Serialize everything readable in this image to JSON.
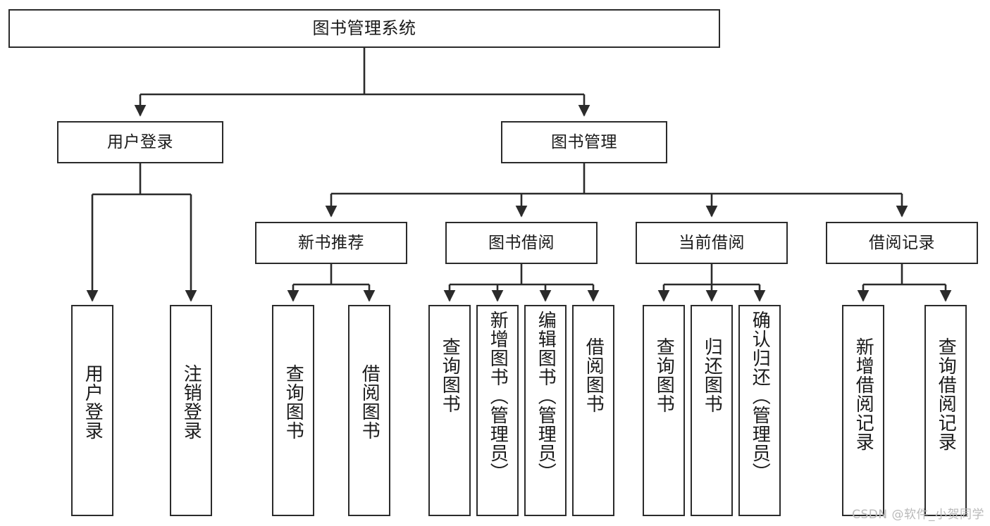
{
  "diagram": {
    "title": "图书管理系统",
    "root": {
      "id": "root",
      "label": "图书管理系统"
    },
    "level1": [
      {
        "id": "user-login",
        "label": "用户登录"
      },
      {
        "id": "book-manage",
        "label": "图书管理"
      }
    ],
    "level2": [
      {
        "id": "new-book-recommend",
        "label": "新书推荐"
      },
      {
        "id": "book-borrow",
        "label": "图书借阅"
      },
      {
        "id": "current-borrow",
        "label": "当前借阅"
      },
      {
        "id": "borrow-record",
        "label": "借阅记录"
      }
    ],
    "leaves": {
      "user_login": [
        {
          "id": "leaf-user-login",
          "label": "用户登录"
        },
        {
          "id": "leaf-logout",
          "label": "注销登录"
        }
      ],
      "new_book_recommend": [
        {
          "id": "leaf-query-book-1",
          "label": "查询图书"
        },
        {
          "id": "leaf-borrow-book-1",
          "label": "借阅图书"
        }
      ],
      "book_borrow": [
        {
          "id": "leaf-query-book-2",
          "label": "查询图书"
        },
        {
          "id": "leaf-add-book",
          "label": "新增图书（管理员）"
        },
        {
          "id": "leaf-edit-book",
          "label": "编辑图书（管理员）"
        },
        {
          "id": "leaf-borrow-book-2",
          "label": "借阅图书"
        }
      ],
      "current_borrow": [
        {
          "id": "leaf-query-book-3",
          "label": "查询图书"
        },
        {
          "id": "leaf-return-book",
          "label": "归还图书"
        },
        {
          "id": "leaf-confirm-return",
          "label": "确认归还（管理员）"
        }
      ],
      "borrow_record": [
        {
          "id": "leaf-add-record",
          "label": "新增借阅记录"
        },
        {
          "id": "leaf-query-record",
          "label": "查询借阅记录"
        }
      ]
    },
    "watermark": "CSDN @软件_小贺同学",
    "colors": {
      "stroke": "#2b2b2b",
      "fill": "#ffffff",
      "text": "#1a1a1a",
      "watermark": "#b9b9b9"
    }
  }
}
